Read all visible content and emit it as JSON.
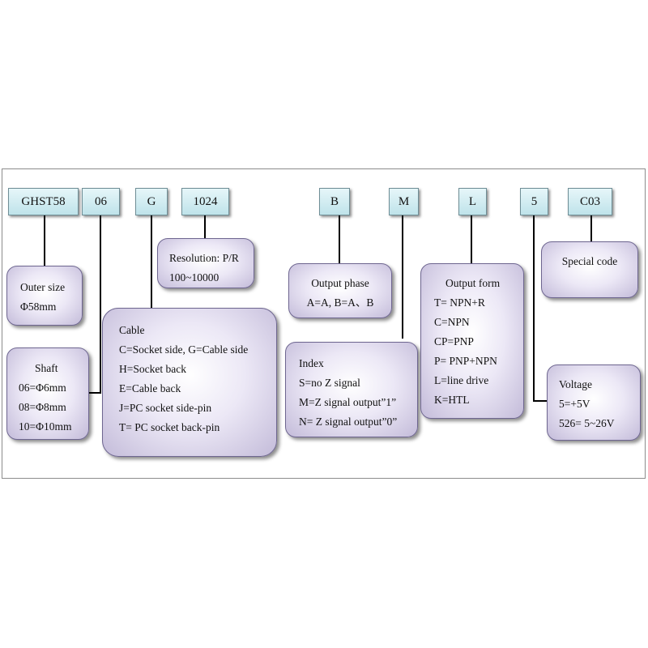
{
  "codes": {
    "ghst58": "GHST58",
    "c06": "06",
    "g": "G",
    "c1024": "1024",
    "b": "B",
    "m": "M",
    "l": "L",
    "c5": "5",
    "c03": "C03"
  },
  "resolution": {
    "title": "Resolution: P/R",
    "line1": "100~10000"
  },
  "outer_size": {
    "title": "Outer size",
    "line1": "Φ58mm"
  },
  "shaft": {
    "title": "Shaft",
    "items": [
      "06=Φ6mm",
      "08=Φ8mm",
      "10=Φ10mm"
    ]
  },
  "cable": {
    "title": "Cable",
    "items": [
      "C=Socket side, G=Cable side",
      "H=Socket back",
      "E=Cable back",
      "J=PC socket side-pin",
      "T= PC socket back-pin"
    ]
  },
  "output_phase": {
    "title": "Output phase",
    "line1": "A=A, B=A、B"
  },
  "index": {
    "title": "Index",
    "items": [
      "S=no Z signal",
      "M=Z signal output”1”",
      "N= Z signal output”0”"
    ]
  },
  "output_form": {
    "title": "Output form",
    "items": [
      "T= NPN+R",
      "C=NPN",
      "CP=PNP",
      "P= PNP+NPN",
      "L=line drive",
      "K=HTL"
    ]
  },
  "special": {
    "title": "Special code"
  },
  "voltage": {
    "title": "Voltage",
    "items": [
      "5=+5V",
      "526= 5~26V"
    ]
  },
  "colors": {
    "code_fill": "#cfeaf0",
    "box_fill": "#d9d3ea",
    "line": "#000000"
  }
}
